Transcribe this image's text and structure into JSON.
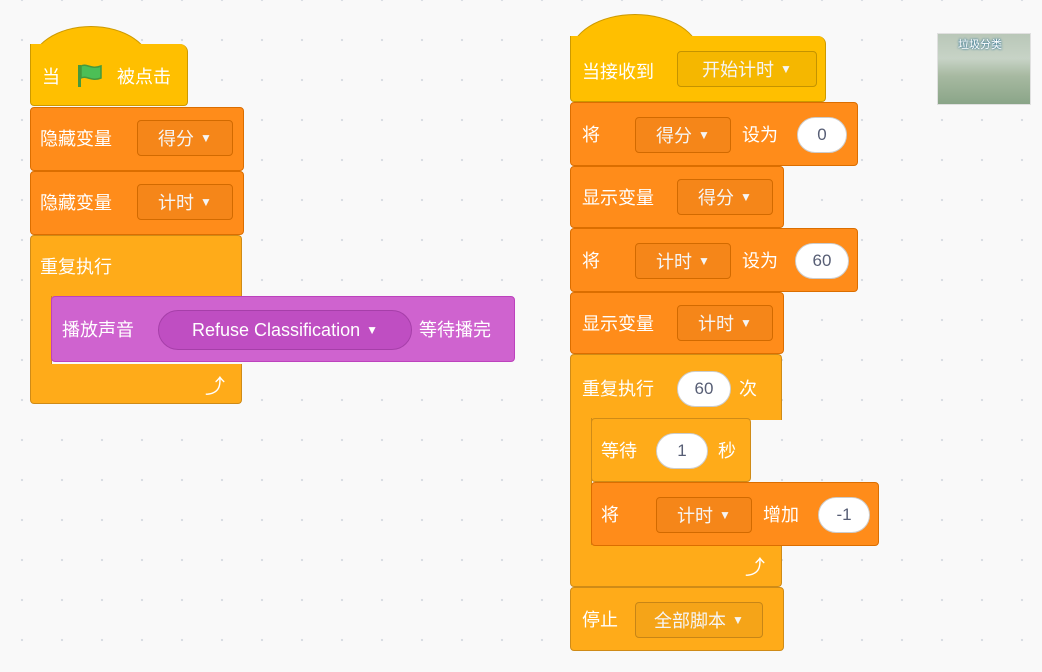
{
  "script1": {
    "hat": {
      "when": "当",
      "clicked": "被点击"
    },
    "hide_score": {
      "label": "隐藏变量",
      "var": "得分"
    },
    "hide_timer": {
      "label": "隐藏变量",
      "var": "计时"
    },
    "forever": {
      "label": "重复执行"
    },
    "play_sound": {
      "label": "播放声音",
      "sound": "Refuse Classification",
      "suffix": "等待播完"
    }
  },
  "script2": {
    "hat": {
      "label": "当接收到",
      "message": "开始计时"
    },
    "set_score": {
      "label": "将",
      "var": "得分",
      "setto": "设为",
      "value": "0"
    },
    "show_score": {
      "label": "显示变量",
      "var": "得分"
    },
    "set_timer": {
      "label": "将",
      "var": "计时",
      "setto": "设为",
      "value": "60"
    },
    "show_timer": {
      "label": "显示变量",
      "var": "计时"
    },
    "repeat": {
      "label": "重复执行",
      "times": "60",
      "suffix": "次"
    },
    "wait": {
      "label": "等待",
      "value": "1",
      "unit": "秒"
    },
    "change_timer": {
      "label": "将",
      "var": "计时",
      "change": "增加",
      "value": "-1"
    },
    "stop": {
      "label": "停止",
      "option": "全部脚本"
    }
  },
  "stage_thumbnail": {
    "label": "垃圾分类"
  },
  "icons": {
    "flag": "green-flag-icon",
    "dropdown": "dropdown-caret-icon",
    "loop": "loop-arrow-icon"
  },
  "colors": {
    "events": "#FFBF00",
    "control": "#FFAB19",
    "variables": "#FF8C1A",
    "sound": "#CF63CF",
    "flag": "#4CBF56",
    "field_text": "#575E75"
  }
}
